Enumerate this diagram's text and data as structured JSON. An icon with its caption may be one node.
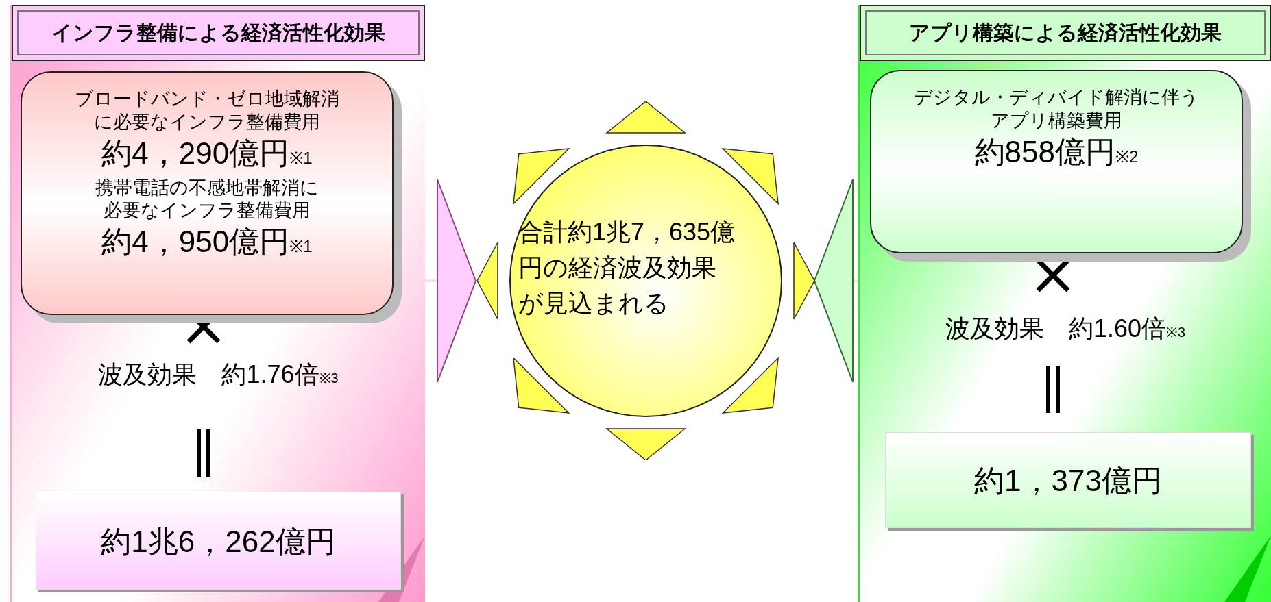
{
  "diagram": {
    "nodes": [
      {
        "text": [
          "インフラ整備による経済活性化効果",
          "波及効果　約1.76倍$_{※3}$"
        ]
      },
      {
        "text": [
          "ブロードバンド・ゼロ地域解消に必要なインフラ整備費用",
          "約4，290億円$_{※1}$",
          "携帯電話の不感地帯解消に必要なインフラ整備費用",
          "約4，950億円$_{※1}$"
        ],
        "in": 0
      },
      {
        "text": [
          "約1兆6，262億円"
        ],
        "in": 0
      },
      {
        "text": [
          "合計約1兆7，635億円の経済波及効果が見込まれる"
        ]
      },
      {
        "text": [
          "アプリ構築による経済活性化効果",
          "波及効果　約1.60倍$_{※3}$"
        ]
      },
      {
        "text": [
          "デジタル・ディバイド解消に伴うアプリ構築費用",
          "約858億円$_{※2}$"
        ],
        "in": 4
      },
      {
        "text": [
          "約1，373億円"
        ],
        "in": 4
      }
    ],
    "edges": [
      {
        "from": 0,
        "to": 3,
        "arrow": "to"
      },
      {
        "from": 4,
        "to": 3,
        "arrow": "to"
      }
    ]
  }
}
